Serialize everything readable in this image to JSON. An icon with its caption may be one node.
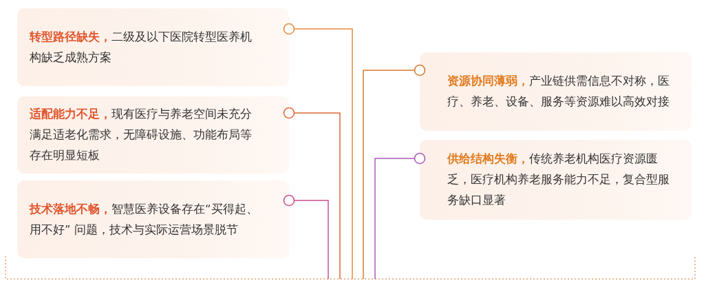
{
  "diagram": {
    "nodes": [
      {
        "text": [
          "**转型路径缺失，**二级及以下医院转型医养机构缺乏成熟方案"
        ]
      },
      {
        "text": [
          "**适配能力不足，**现有医疗与养老空间未充分满足适老化需求，无障碍设施、功能布局等存在明显短板"
        ]
      },
      {
        "text": [
          "**技术落地不畅，**智慧医养设备存在“买得起、用不好” 问题，技术与实际运营场景脱节"
        ]
      },
      {
        "text": [
          "**资源协同薄弱，**产业链供需信息不对称，医疗、养老、设备、服务等资源难以高效对接"
        ]
      },
      {
        "text": [
          "**供给结构失衡，**传统养老机构医疗资源匮乏，医疗机构养老服务能力不足，复合型服务缺口显著"
        ]
      }
    ],
    "edges": [
      {
        "from": 0,
        "to": null,
        "arrow": "other",
        "color": "#e38b3c"
      },
      {
        "from": 1,
        "to": null,
        "arrow": "other",
        "color": "#dd6a3a"
      },
      {
        "from": 2,
        "to": null,
        "arrow": "other",
        "color": "#c94f8f"
      },
      {
        "from": 3,
        "to": null,
        "arrow": "other",
        "color": "#d77a2c"
      },
      {
        "from": 4,
        "to": null,
        "arrow": "other",
        "color": "#a95bb6"
      }
    ]
  }
}
